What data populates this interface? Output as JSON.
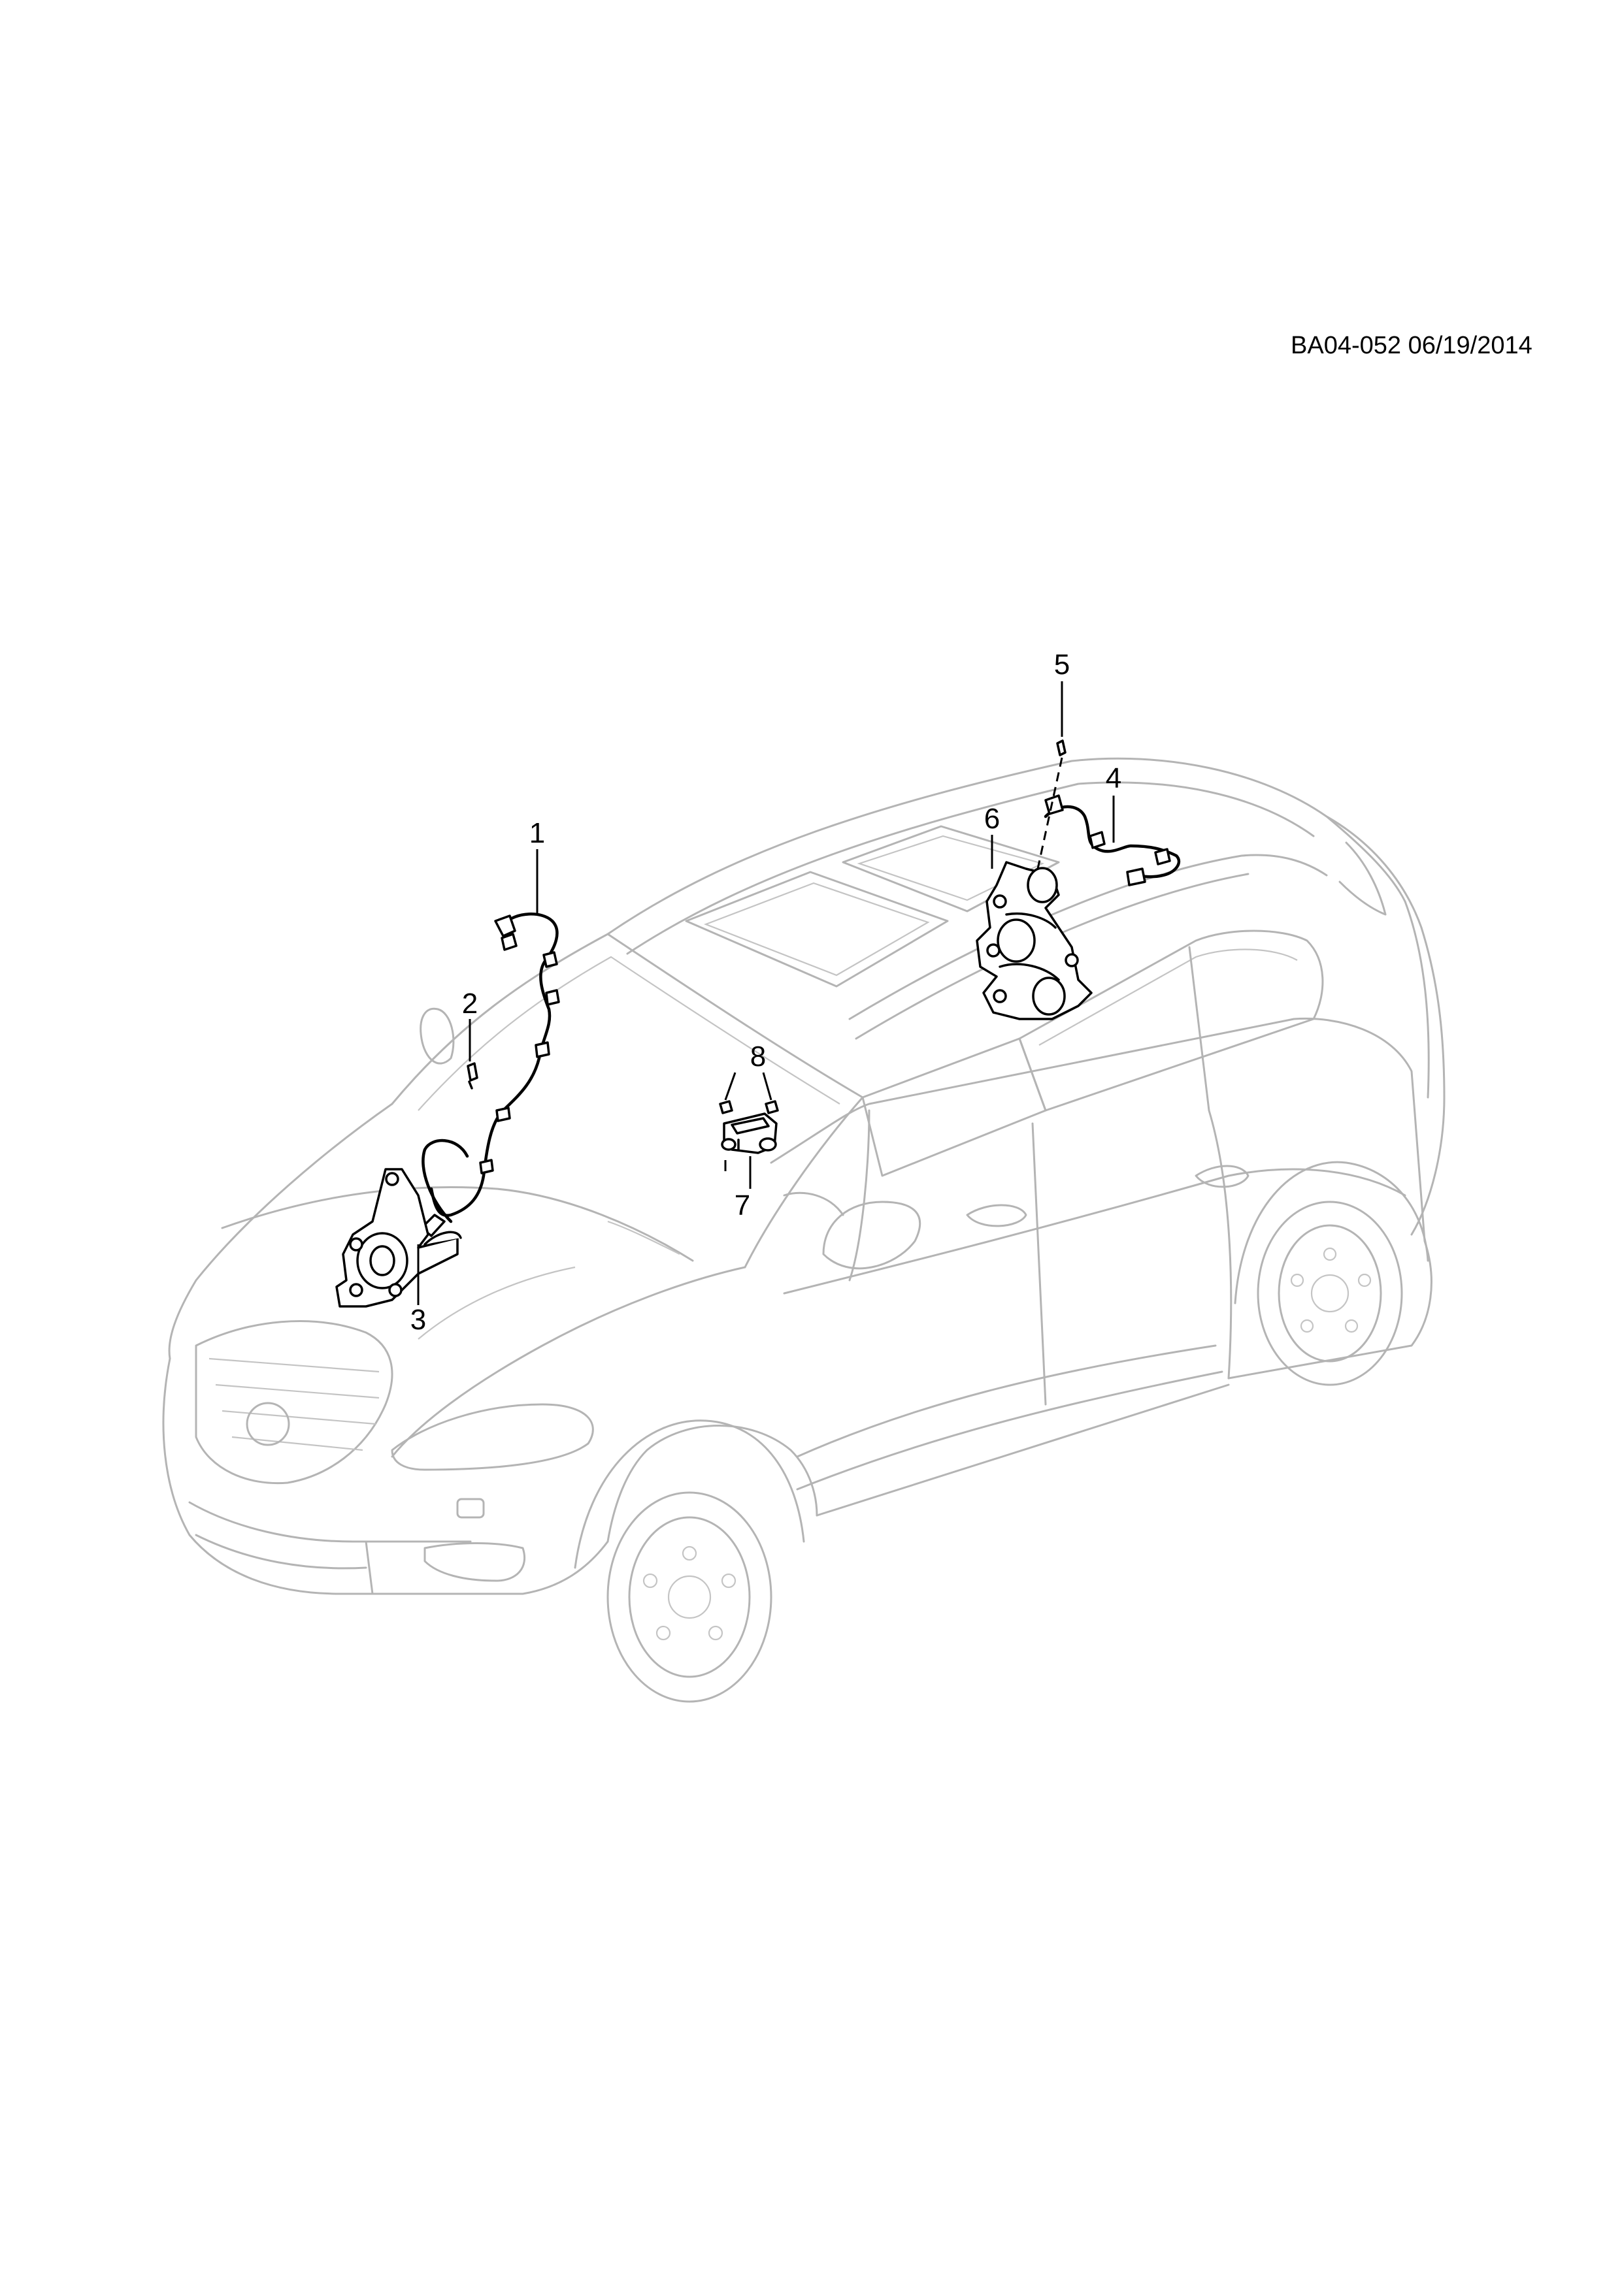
{
  "document_ref": "BA04-052 06/19/2014",
  "callouts": [
    "1",
    "2",
    "3",
    "4",
    "5",
    "6",
    "7",
    "8"
  ]
}
